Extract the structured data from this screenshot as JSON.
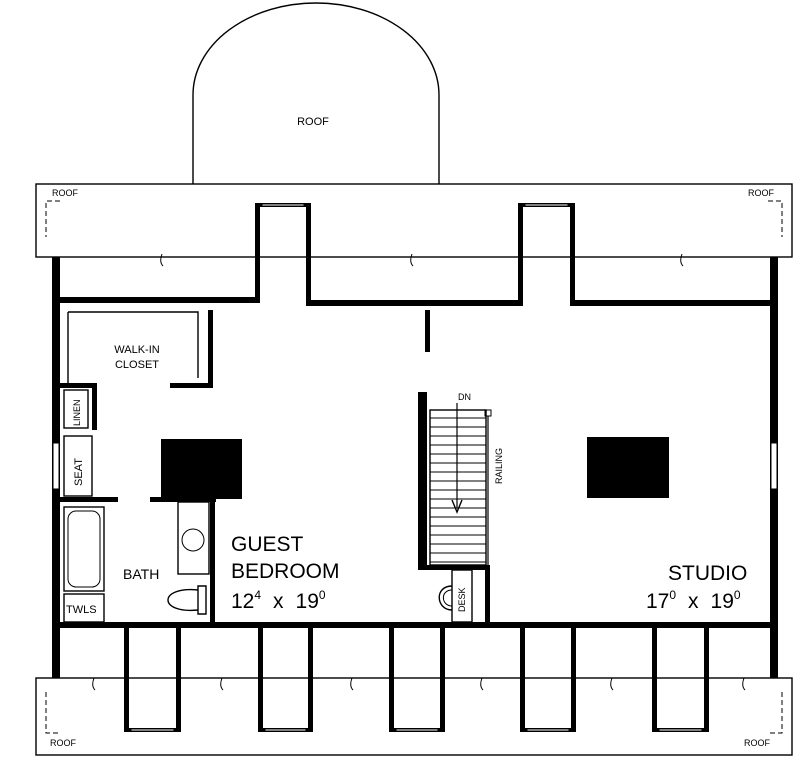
{
  "labels": {
    "roof_dome": "ROOF",
    "roof_top_left": "ROOF",
    "roof_top_right": "ROOF",
    "roof_bottom_left": "ROOF",
    "roof_bottom_right": "ROOF",
    "walk_in_closet_line1": "WALK-IN",
    "walk_in_closet_line2": "CLOSET",
    "linen": "LINEN",
    "seat": "SEAT",
    "bath": "BATH",
    "towels": "TWLS",
    "guest_bedroom_line1": "GUEST",
    "guest_bedroom_line2": "BEDROOM",
    "stair_down": "DN",
    "railing": "RAILING",
    "desk": "DESK",
    "studio": "STUDIO"
  },
  "dimensions": {
    "guest_bedroom": {
      "w_ft": "12",
      "w_in": "4",
      "x": "x",
      "l_ft": "19",
      "l_in": "0"
    },
    "studio": {
      "w_ft": "17",
      "w_in": "0",
      "x": "x",
      "l_ft": "19",
      "l_in": "0"
    }
  }
}
